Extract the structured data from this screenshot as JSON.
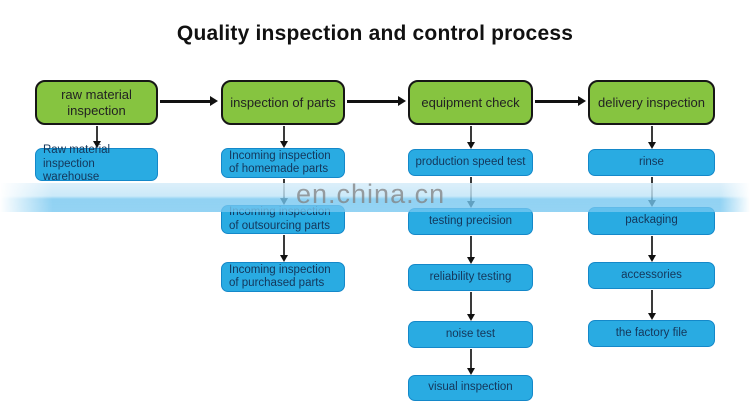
{
  "title": "Quality inspection and control process",
  "watermark": {
    "text": "en.china.cn"
  },
  "colors": {
    "stage_fill": "#86c440",
    "stage_border": "#161616",
    "step_fill": "#29abe2",
    "step_border": "#1488c9",
    "step_text": "#14365a",
    "arrow": "#111111",
    "watermark_band": "#76c7f0"
  },
  "columns": [
    {
      "header": "raw material inspection",
      "steps": [
        "Raw material inspection warehouse"
      ]
    },
    {
      "header": "inspection of parts",
      "steps": [
        "Incoming inspection of homemade parts",
        "Incoming inspection of outsourcing parts",
        "Incoming inspection of purchased parts"
      ]
    },
    {
      "header": "equipment check",
      "steps": [
        "production speed test",
        "testing precision",
        "reliability testing",
        "noise test",
        "visual inspection"
      ]
    },
    {
      "header": "delivery inspection",
      "steps": [
        "rinse",
        "packaging",
        "accessories",
        "the factory file"
      ]
    }
  ]
}
